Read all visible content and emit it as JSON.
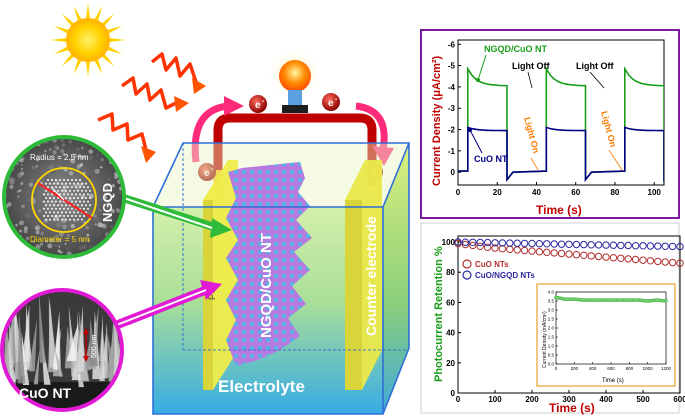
{
  "schematic": {
    "tem_label": "NGQD",
    "radius_label": "Radius = 2.5 nm",
    "diameter_label": "Diameter = 5 nm",
    "sem_label": "CuO NT",
    "scale_bar_label": "500 nm",
    "fto_label": "FTO",
    "photoanode_label": "NGQD/CuO NT",
    "counter_electrode_label": "Counter electrode",
    "electrolyte_label": "Electrolyte",
    "electron_symbol": "e",
    "electron_superscript": "-"
  },
  "colors": {
    "sun": "#ffd200",
    "light_waves": "#ff2a00",
    "wire": "#c00000",
    "electrolyte_top": "#c8f03c",
    "electrolyte_bottom": "#1aa6e0",
    "ngqd_ring": "#2ebb3a",
    "sem_ring": "#e21ad6",
    "fto": "#e6e44a",
    "photoanode": "#b07ee0"
  },
  "chart_top": {
    "ylabel": "Current Density (μA/cm²)",
    "xlabel": "Time (s)",
    "legend_ngqd": "NGQD/CuO NT",
    "legend_cuo": "CuO NT",
    "light_off_1": "Light Off",
    "light_off_2": "Light Off",
    "light_on_1": "Light On",
    "light_on_2": "Light On",
    "x_ticks": [
      "0",
      "20",
      "40",
      "60",
      "80",
      "100"
    ],
    "y_ticks": [
      "-6",
      "-5",
      "-4",
      "-3",
      "-2",
      "-1",
      "0"
    ]
  },
  "chart_bottom": {
    "ylabel": "Photocurrent Retention %",
    "xlabel": "Time (s)",
    "legend_cuo": "CuO NTs",
    "legend_ngqd": "CuO/NGQD NTs",
    "x_ticks": [
      "0",
      "100",
      "200",
      "300",
      "400",
      "500",
      "600"
    ],
    "y_ticks": [
      "0",
      "20",
      "40",
      "60",
      "80",
      "100"
    ],
    "inset_ylabel": "Current Density (mA/cm²)",
    "inset_xlabel": "Time (s)",
    "inset_x_ticks": [
      "0",
      "200",
      "400",
      "600",
      "800",
      "1000",
      "1200"
    ],
    "inset_y_ticks": [
      "0.0",
      "0.5",
      "1.0",
      "1.5",
      "2.0",
      "2.5",
      "3.0",
      "3.5",
      "4.0"
    ]
  },
  "chart_data": [
    {
      "type": "line",
      "xlabel": "Time (s)",
      "ylabel": "Current Density (μA/cm²)",
      "xlim": [
        0,
        105
      ],
      "ylim": [
        0.6,
        -6.2
      ],
      "y_inverted": true,
      "on_intervals": [
        [
          5,
          25
        ],
        [
          45,
          65
        ],
        [
          85,
          105
        ]
      ],
      "series": [
        {
          "name": "NGQD/CuO NT",
          "color": "#1a9e1a",
          "dark": -0.05,
          "peak": -4.85,
          "steady": -4.05
        },
        {
          "name": "CuO NT",
          "color": "#000080",
          "dark": -0.05,
          "peak": -2.1,
          "steady": -1.95
        }
      ]
    },
    {
      "type": "scatter",
      "xlabel": "Time (s)",
      "ylabel": "Photocurrent Retention %",
      "xlim": [
        0,
        600
      ],
      "ylim": [
        0,
        104
      ],
      "series": [
        {
          "name": "CuO NTs",
          "color": "#b03030",
          "x": [
            0,
            100,
            200,
            300,
            400,
            500,
            600
          ],
          "y": [
            99,
            96,
            94,
            92,
            90,
            88,
            86
          ]
        },
        {
          "name": "CuO/NGQD NTs",
          "color": "#2a2aa0",
          "x": [
            0,
            100,
            200,
            300,
            400,
            500,
            600
          ],
          "y": [
            100,
            99.5,
            99,
            98.5,
            98,
            97.5,
            97
          ]
        }
      ]
    },
    {
      "type": "scatter",
      "xlabel": "Time (s)",
      "ylabel": "Current Density (mA/cm²)",
      "xlim": [
        0,
        1200
      ],
      "ylim": [
        0,
        4
      ],
      "series": [
        {
          "name": "",
          "color": "#2ca02c",
          "x": [
            0,
            100,
            200,
            300,
            400,
            500,
            600,
            700,
            800,
            900,
            1000,
            1100,
            1200
          ],
          "y": [
            3.7,
            3.6,
            3.6,
            3.55,
            3.55,
            3.55,
            3.55,
            3.55,
            3.55,
            3.55,
            3.5,
            3.55,
            3.5
          ]
        }
      ]
    }
  ]
}
